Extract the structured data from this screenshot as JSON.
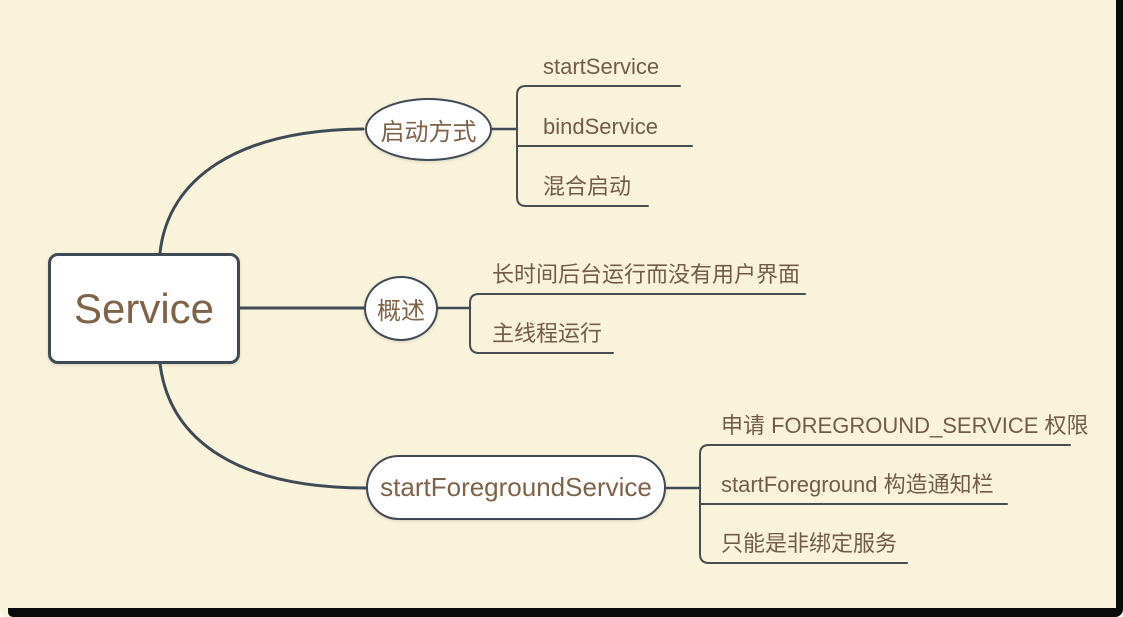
{
  "canvas": {
    "background_color": "#faf3dc",
    "edge_bar_color": "#0b0b0b"
  },
  "colors": {
    "node_fill": "#ffffff",
    "node_border": "#3e4a55",
    "connector": "#3e4a55",
    "underline": "#4a4e50",
    "node_text": "#7d6348",
    "child_text": "#715d46"
  },
  "root": {
    "label": "Service"
  },
  "branches": [
    {
      "label": "启动方式",
      "children": [
        "startService",
        "bindService",
        "混合启动"
      ]
    },
    {
      "label": "概述",
      "children": [
        "长时间后台运行而没有用户界面",
        "主线程运行"
      ]
    },
    {
      "label": "startForegroundService",
      "children": [
        "申请 FOREGROUND_SERVICE 权限",
        "startForeground 构造通知栏",
        "只能是非绑定服务"
      ]
    }
  ]
}
